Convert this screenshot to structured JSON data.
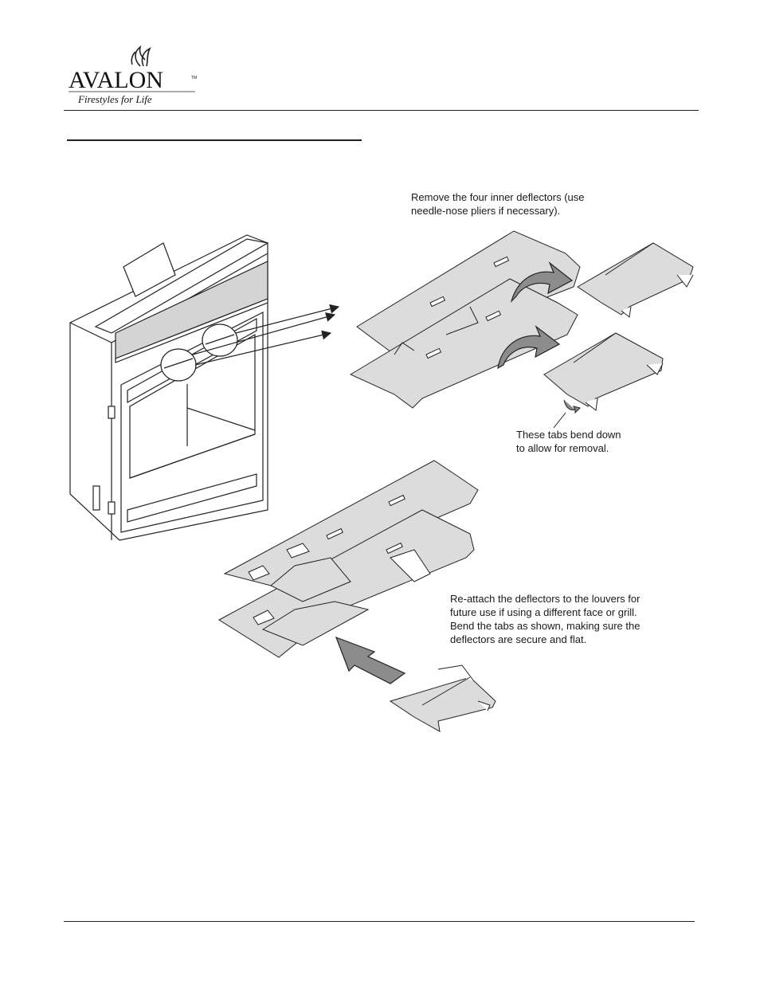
{
  "header": {
    "brand_name": "AVALON",
    "tagline": "Firestyles for Life"
  },
  "captions": {
    "remove": [
      "Remove the four inner deflectors (use",
      "needle-nose pliers if necessary)."
    ],
    "tabs": [
      "These tabs bend down",
      "to allow for removal."
    ],
    "reattach": [
      "Re-attach the deflectors to the louvers for",
      "future use if using a different face or grill.",
      "Bend the tabs as shown, making sure the",
      "deflectors are secure and flat."
    ]
  },
  "colors": {
    "panel_fill": "#dcdcdc",
    "arrow_fill": "#8c8c8c",
    "line": "#222222"
  }
}
